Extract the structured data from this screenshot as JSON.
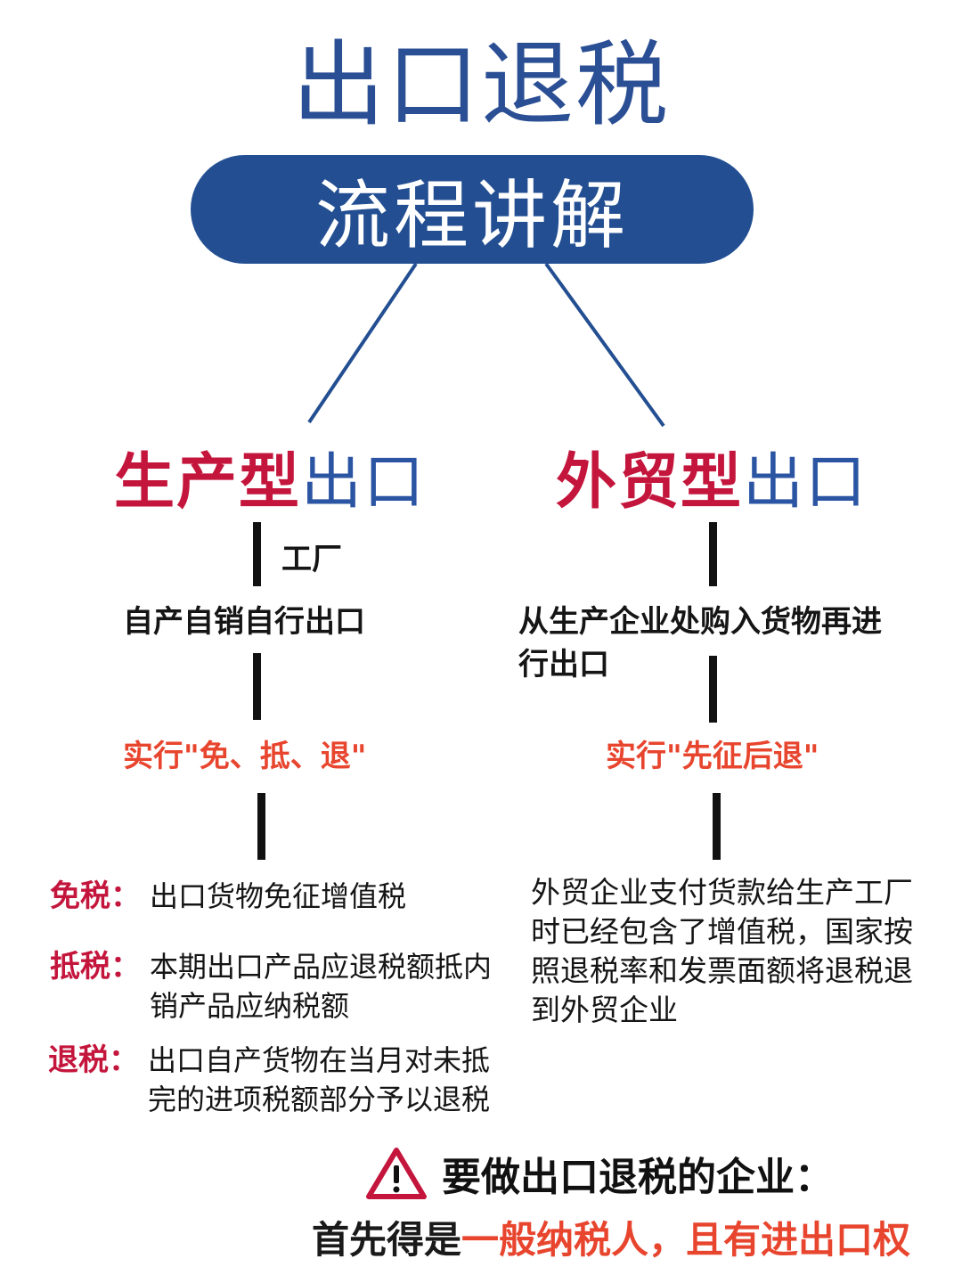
{
  "title": "出口退税",
  "subtitle": "流程讲解",
  "left": {
    "head_red": "生产型",
    "head_blue": "出口",
    "note": "工厂",
    "desc": "自产自销自行出口",
    "policy": "实行\"免、抵、退\"",
    "items": [
      {
        "label": "免税：",
        "text": "出口货物免征增值税"
      },
      {
        "label": "抵税：",
        "text": "本期出口产品应退税额抵内销产品应纳税额"
      },
      {
        "label": "退税：",
        "text": "出口自产货物在当月对未抵完的进项税额部分予以退税"
      }
    ]
  },
  "right": {
    "head_red": "外贸型",
    "head_blue": "出口",
    "desc": "从生产企业处购入货物再进行出口",
    "policy": "实行\"先征后退\"",
    "explain": "外贸企业支付货款给生产工厂时已经包含了增值税，国家按照退税率和发票面额将退税退到外贸企业"
  },
  "warning": "要做出口退税的企业：",
  "footer": {
    "prefix": "首先得是",
    "highlight": "一般纳税人，且有进出口权"
  },
  "colors": {
    "blue": "#234f92",
    "red": "#c4163c",
    "orange": "#e8452e"
  }
}
